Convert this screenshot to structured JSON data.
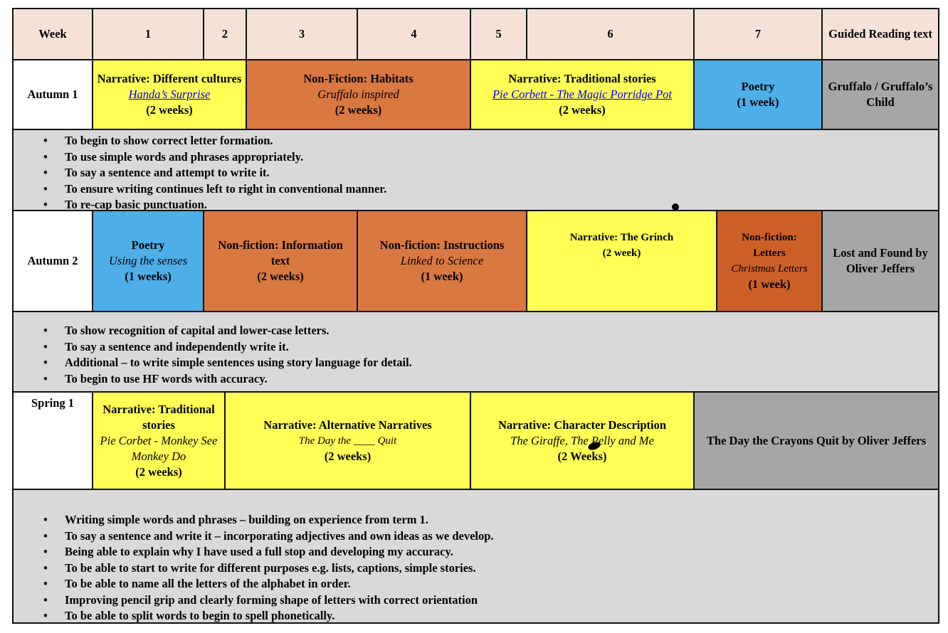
{
  "colors": {
    "header": "#f4e2d8",
    "narrative": "#ffff55",
    "nonfiction": "#d97841",
    "nonfiction_dark": "#cc5f28",
    "poetry": "#4eaee8",
    "reading": "#a6a6a6",
    "objectives": "#d9d9d9",
    "link": "#0000ee"
  },
  "header": [
    "Week",
    "1",
    "2",
    "3",
    "4",
    "5",
    "6",
    "7",
    "Guided Reading text"
  ],
  "terms": [
    {
      "name": "Autumn 1",
      "cells": [
        {
          "color": "narrative",
          "lines": [
            {
              "t": "Narrative: Different cultures",
              "s": "b"
            },
            {
              "t": "Handa’s Surprise",
              "s": "a"
            },
            {
              "t": "(2 weeks)",
              "s": "b"
            }
          ]
        },
        {
          "color": "nonfiction",
          "lines": [
            {
              "t": "Non-Fiction: Habitats",
              "s": "b"
            },
            {
              "t": "Gruffalo inspired",
              "s": "i"
            },
            {
              "t": "(2 weeks)",
              "s": "b"
            }
          ]
        },
        {
          "color": "narrative",
          "lines": [
            {
              "t": "Narrative: Traditional stories",
              "s": "b"
            },
            {
              "t": "Pie Corbett - The Magic Porridge Pot",
              "s": "a"
            },
            {
              "t": "(2 weeks)",
              "s": "b"
            }
          ]
        },
        {
          "color": "poetry",
          "lines": [
            {
              "t": "Poetry",
              "s": "b"
            },
            {
              "t": "(1 week)",
              "s": "b"
            }
          ]
        },
        {
          "color": "reading",
          "lines": [
            {
              "t": "Gruffalo / Gruffalo’s Child",
              "s": "b"
            }
          ]
        }
      ],
      "objectives": [
        "To begin to show correct letter formation.",
        "To use simple words and phrases appropriately.",
        "To say a sentence and attempt to write it.",
        "To ensure writing continues left to right in conventional manner.",
        "To re-cap basic punctuation."
      ]
    },
    {
      "name": "Autumn 2",
      "cells": [
        {
          "color": "poetry",
          "lines": [
            {
              "t": "Poetry",
              "s": "b"
            },
            {
              "t": "Using the senses",
              "s": "i"
            },
            {
              "t": "(1 weeks)",
              "s": "b"
            }
          ]
        },
        {
          "color": "nonfiction",
          "lines": [
            {
              "t": "Non-fiction: Information text",
              "s": "b"
            },
            {
              "t": "(2 weeks)",
              "s": "b"
            }
          ]
        },
        {
          "color": "nonfiction",
          "lines": [
            {
              "t": "Non-fiction: Instructions",
              "s": "b"
            },
            {
              "t": "Linked to Science",
              "s": "i"
            },
            {
              "t": "(1 week)",
              "s": "b"
            }
          ]
        },
        {
          "color": "narrative",
          "lines": [
            {
              "t": "Narrative: The Grinch",
              "s": "bs"
            },
            {
              "t": "(2 week)",
              "s": "bs"
            }
          ]
        },
        {
          "color": "nonfiction_dark",
          "lines": [
            {
              "t": "Non-fiction:",
              "s": "bs"
            },
            {
              "t": "Letters",
              "s": "bs"
            },
            {
              "t": "Christmas Letters",
              "s": "is"
            },
            {
              "t": "(1 week)",
              "s": "b"
            }
          ]
        },
        {
          "color": "reading",
          "lines": [
            {
              "t": "Lost and Found by Oliver Jeffers",
              "s": "b"
            }
          ]
        }
      ],
      "objectives": [
        "To show recognition of capital and lower-case letters.",
        "To say a sentence and independently write it.",
        "Additional – to write simple sentences using story language for detail.",
        "To begin to use HF words with accuracy."
      ]
    },
    {
      "name": "Spring 1",
      "cells": [
        {
          "color": "narrative",
          "lines": [
            {
              "t": "Narrative: Traditional stories",
              "s": "b"
            },
            {
              "t": "Pie Corbet - Monkey See Monkey Do",
              "s": "i"
            },
            {
              "t": "(2 weeks)",
              "s": "b"
            }
          ]
        },
        {
          "color": "narrative",
          "lines": [
            {
              "t": "Narrative: Alternative Narratives",
              "s": "b"
            },
            {
              "t": "The Day the ____ Quit",
              "s": "is"
            },
            {
              "t": "(2 weeks)",
              "s": "b"
            }
          ]
        },
        {
          "color": "narrative",
          "lines": [
            {
              "t": "Narrative: Character Description",
              "s": "b"
            },
            {
              "t": "The Giraffe, The Pelly and Me",
              "s": "i"
            },
            {
              "t": "(2 Weeks)",
              "s": "b"
            }
          ]
        },
        {
          "color": "reading",
          "lines": [
            {
              "t": "The Day the Crayons Quit by Oliver Jeffers",
              "s": "b"
            }
          ]
        }
      ],
      "objectives": [
        "Writing simple words and phrases – building on experience from term 1.",
        "To say a sentence and write it – incorporating adjectives and own ideas as we develop.",
        "Being able to explain why I have used a full stop and developing my accuracy.",
        "To be able to start to write for different purposes e.g. lists, captions, simple stories.",
        "To be able to name all the letters of the alphabet in order.",
        "Improving pencil grip and clearly forming shape of letters with correct orientation",
        "To be able to split words to begin to spell phonetically."
      ]
    }
  ]
}
